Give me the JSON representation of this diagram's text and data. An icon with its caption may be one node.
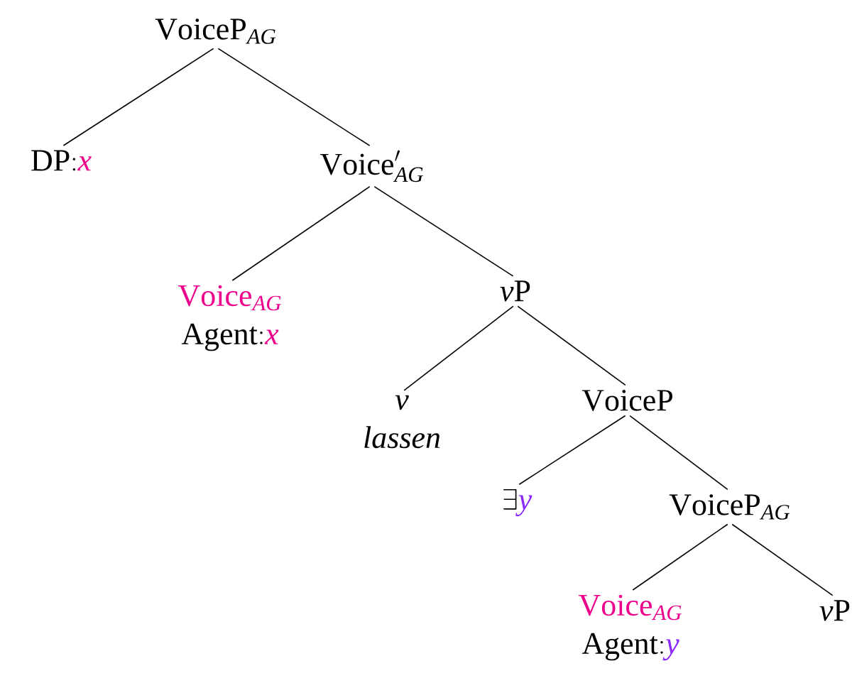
{
  "diagram": {
    "nodes": [
      {
        "text": [
          "\\mathrm{VoiceP}_{AG}"
        ]
      },
      {
        "text": [
          "\\mathrm{DP{:}}\\textcolor[HTML]{EC008C}{x}"
        ]
      },
      {
        "text": [
          "\\mathrm{Voice}'_{AG}"
        ]
      },
      {
        "text": [
          "\\textcolor[HTML]{EC008C}{\\mathrm{Voice}_{AG}}",
          "\\mathrm{Agent{:}}\\textcolor[HTML]{EC008C}{x}"
        ]
      },
      {
        "text": [
          "v\\mathrm{P}"
        ]
      },
      {
        "text": [
          "v",
          "\\mathit{lassen}"
        ]
      },
      {
        "text": [
          "\\mathrm{VoiceP}"
        ]
      },
      {
        "text": [
          "\\exists\\textcolor[HTML]{8B2BFF}{y}"
        ]
      },
      {
        "text": [
          "\\mathrm{VoiceP}_{AG}"
        ]
      },
      {
        "text": [
          "\\textcolor[HTML]{EC008C}{\\mathrm{Voice}_{AG}}",
          "\\mathrm{Agent{:}}\\textcolor[HTML]{8B2BFF}{y}"
        ]
      },
      {
        "text": [
          "v\\mathrm{P}"
        ]
      }
    ],
    "edges": [
      {
        "from": 0,
        "to": 1,
        "arrow": "none"
      },
      {
        "from": 0,
        "to": 2,
        "arrow": "none"
      },
      {
        "from": 2,
        "to": 3,
        "arrow": "none"
      },
      {
        "from": 2,
        "to": 4,
        "arrow": "none"
      },
      {
        "from": 4,
        "to": 5,
        "arrow": "none"
      },
      {
        "from": 4,
        "to": 6,
        "arrow": "none"
      },
      {
        "from": 6,
        "to": 7,
        "arrow": "none"
      },
      {
        "from": 6,
        "to": 8,
        "arrow": "none"
      },
      {
        "from": 8,
        "to": 9,
        "arrow": "none"
      },
      {
        "from": 8,
        "to": 10,
        "arrow": "none"
      }
    ]
  }
}
